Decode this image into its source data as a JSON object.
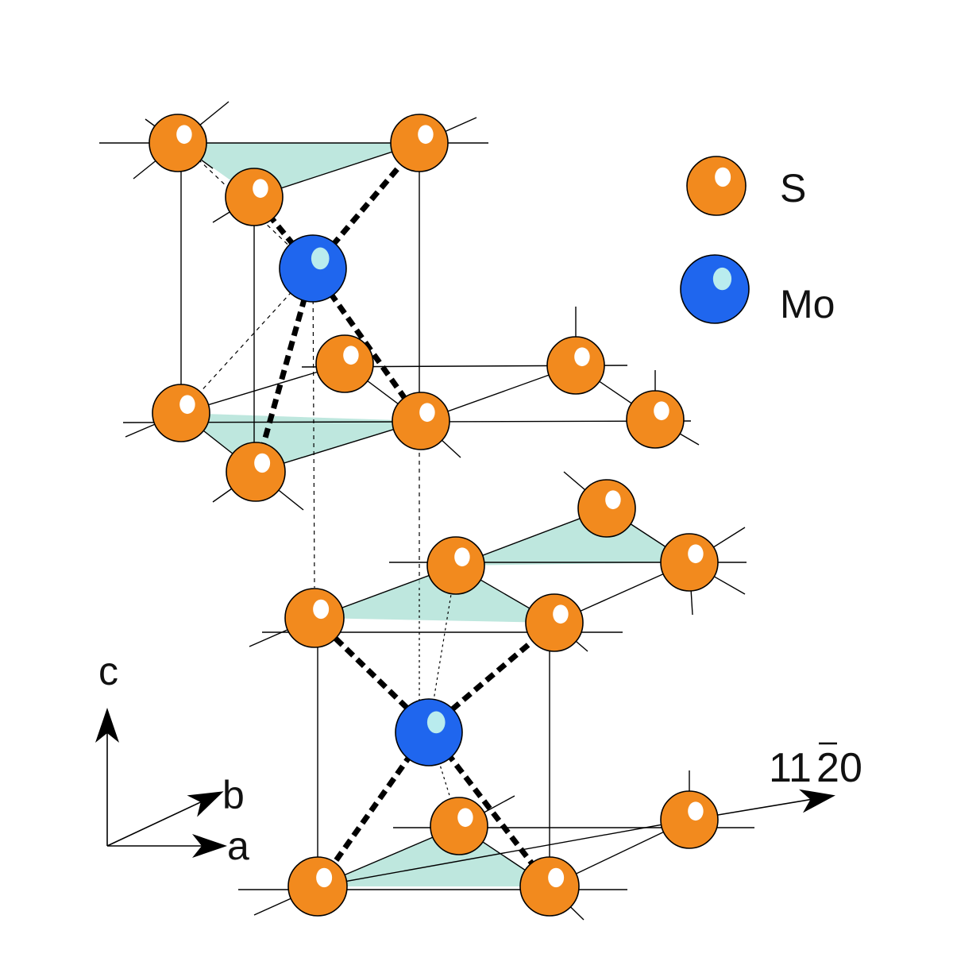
{
  "legend": {
    "sulfur_label": "S",
    "molybdenum_label": "Mo"
  },
  "axes": {
    "c_label": "c",
    "b_label": "b",
    "a_label": "a",
    "direction_digits_prefix": "11",
    "direction_digit_barred": "2",
    "direction_digits_suffix": "0"
  },
  "colors": {
    "sulfur_fill": "#f28a1e",
    "molybdenum_fill": "#1f66ee",
    "highlight": "#ffffff",
    "mo_highlight": "#b9ecee",
    "prism_fill": "#a8dfd3",
    "bond": "#000000"
  }
}
